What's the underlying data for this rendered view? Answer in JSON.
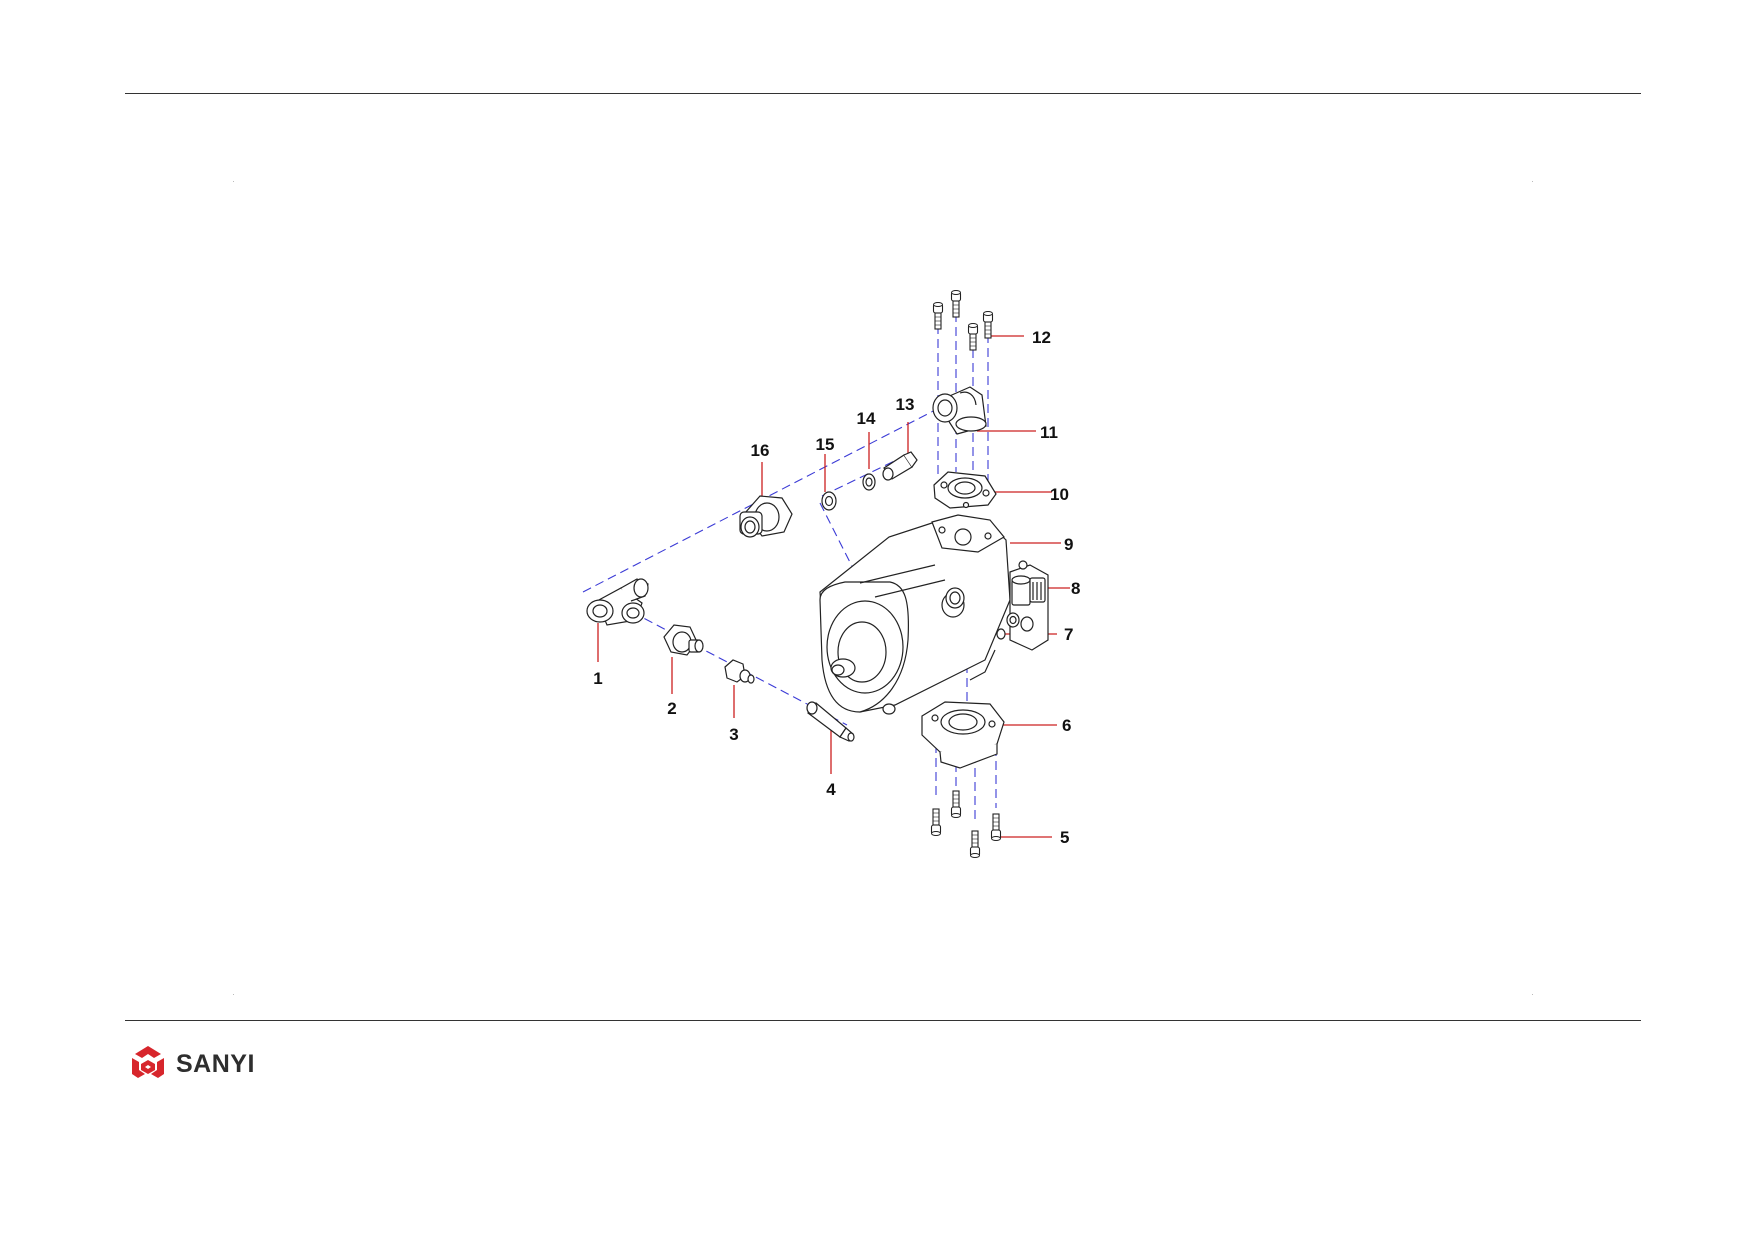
{
  "brand": {
    "name": "SANYI",
    "color": "#d7262c"
  },
  "diagram": {
    "leader_color": "#cc2020",
    "axis_line_color": "#3b3bd6",
    "callouts": [
      {
        "id": "1",
        "label": "1"
      },
      {
        "id": "2",
        "label": "2"
      },
      {
        "id": "3",
        "label": "3"
      },
      {
        "id": "4",
        "label": "4"
      },
      {
        "id": "5",
        "label": "5"
      },
      {
        "id": "6",
        "label": "6"
      },
      {
        "id": "7",
        "label": "7"
      },
      {
        "id": "8",
        "label": "8"
      },
      {
        "id": "9",
        "label": "9"
      },
      {
        "id": "10",
        "label": "10"
      },
      {
        "id": "11",
        "label": "11"
      },
      {
        "id": "12",
        "label": "12"
      },
      {
        "id": "13",
        "label": "13"
      },
      {
        "id": "14",
        "label": "14"
      },
      {
        "id": "15",
        "label": "15"
      },
      {
        "id": "16",
        "label": "16"
      }
    ]
  }
}
